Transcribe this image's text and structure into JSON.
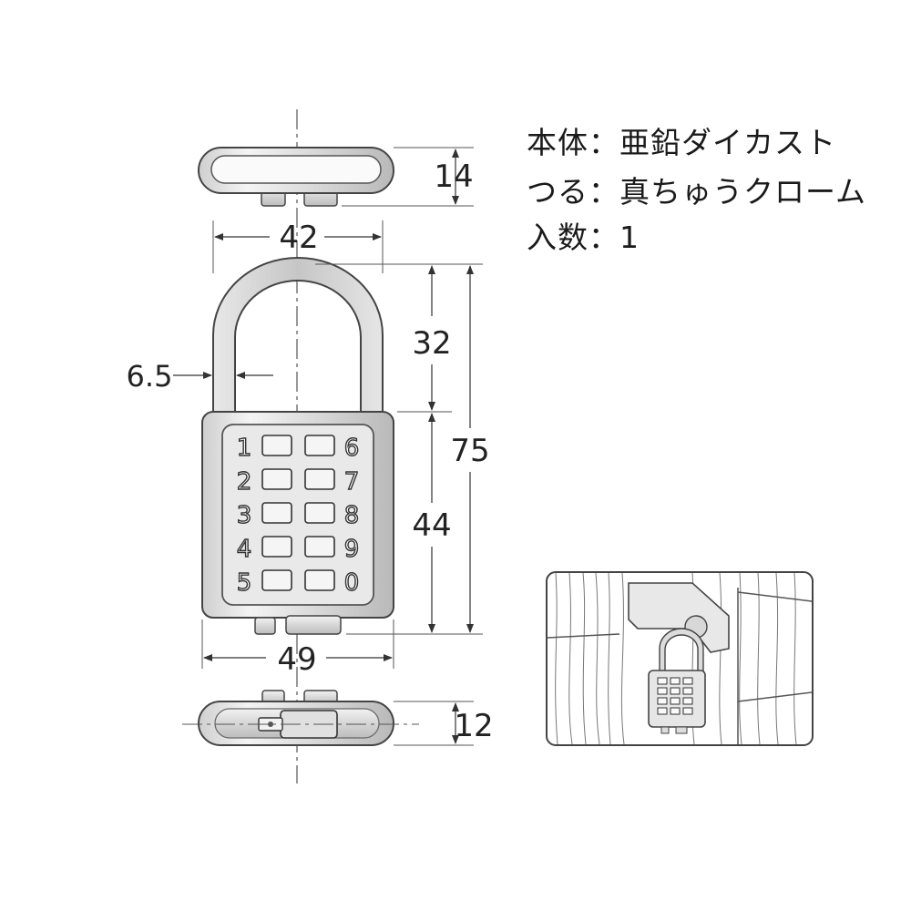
{
  "specs": {
    "body": "本体：亜鉛ダイカスト",
    "shackle": "つる：真ちゅうクローム",
    "quantity": "入数：1"
  },
  "dimensions": {
    "top_view_depth": "14",
    "shackle_width": "42",
    "shackle_diameter": "6.5",
    "shackle_height": "32",
    "total_height": "75",
    "body_height": "44",
    "body_width": "49",
    "bottom_view_depth": "12"
  },
  "keypad": {
    "left_digits": [
      "1",
      "2",
      "3",
      "4",
      "5"
    ],
    "right_digits": [
      "6",
      "7",
      "8",
      "9",
      "0"
    ]
  }
}
